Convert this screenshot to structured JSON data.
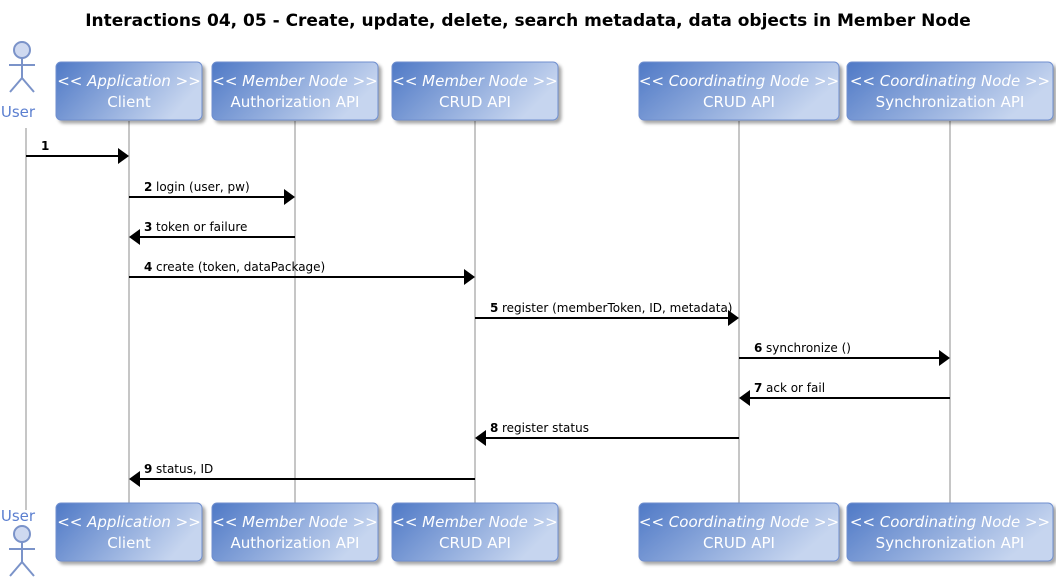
{
  "title": "Interactions 04, 05 - Create, update, delete, search metadata, data objects in Member Node",
  "colors": {
    "box_light": "#c6d5ef",
    "box_dark": "#4f79c6",
    "box_border": "#6f8fcf",
    "actor_stroke": "#7b93c9",
    "actor_fill": "#cfd9f0",
    "actor_text": "#5b7fd0",
    "lifeline": "#a0a0a0",
    "arrow": "#000000"
  },
  "actor": {
    "name": "User"
  },
  "participants": [
    {
      "stereotype": "<< Application >>",
      "name": "Client"
    },
    {
      "stereotype": "<< Member Node >>",
      "name": "Authorization API"
    },
    {
      "stereotype": "<< Member Node >>",
      "name": "CRUD API"
    },
    {
      "stereotype": "<< Coordinating Node >>",
      "name": "CRUD API"
    },
    {
      "stereotype": "<< Coordinating Node >>",
      "name": "Synchronization API"
    }
  ],
  "messages": [
    {
      "num": "1",
      "label": "",
      "from": 0,
      "to": 1
    },
    {
      "num": "2",
      "label": "login (user, pw)",
      "from": 1,
      "to": 2
    },
    {
      "num": "3",
      "label": "token or failure",
      "from": 2,
      "to": 1
    },
    {
      "num": "4",
      "label": "create (token, dataPackage)",
      "from": 1,
      "to": 3
    },
    {
      "num": "5",
      "label": "register (memberToken, ID, metadata)",
      "from": 3,
      "to": 4
    },
    {
      "num": "6",
      "label": "synchronize ()",
      "from": 4,
      "to": 5
    },
    {
      "num": "7",
      "label": "ack or fail",
      "from": 5,
      "to": 4
    },
    {
      "num": "8",
      "label": "register status",
      "from": 4,
      "to": 3
    },
    {
      "num": "9",
      "label": "status, ID",
      "from": 3,
      "to": 1
    }
  ]
}
